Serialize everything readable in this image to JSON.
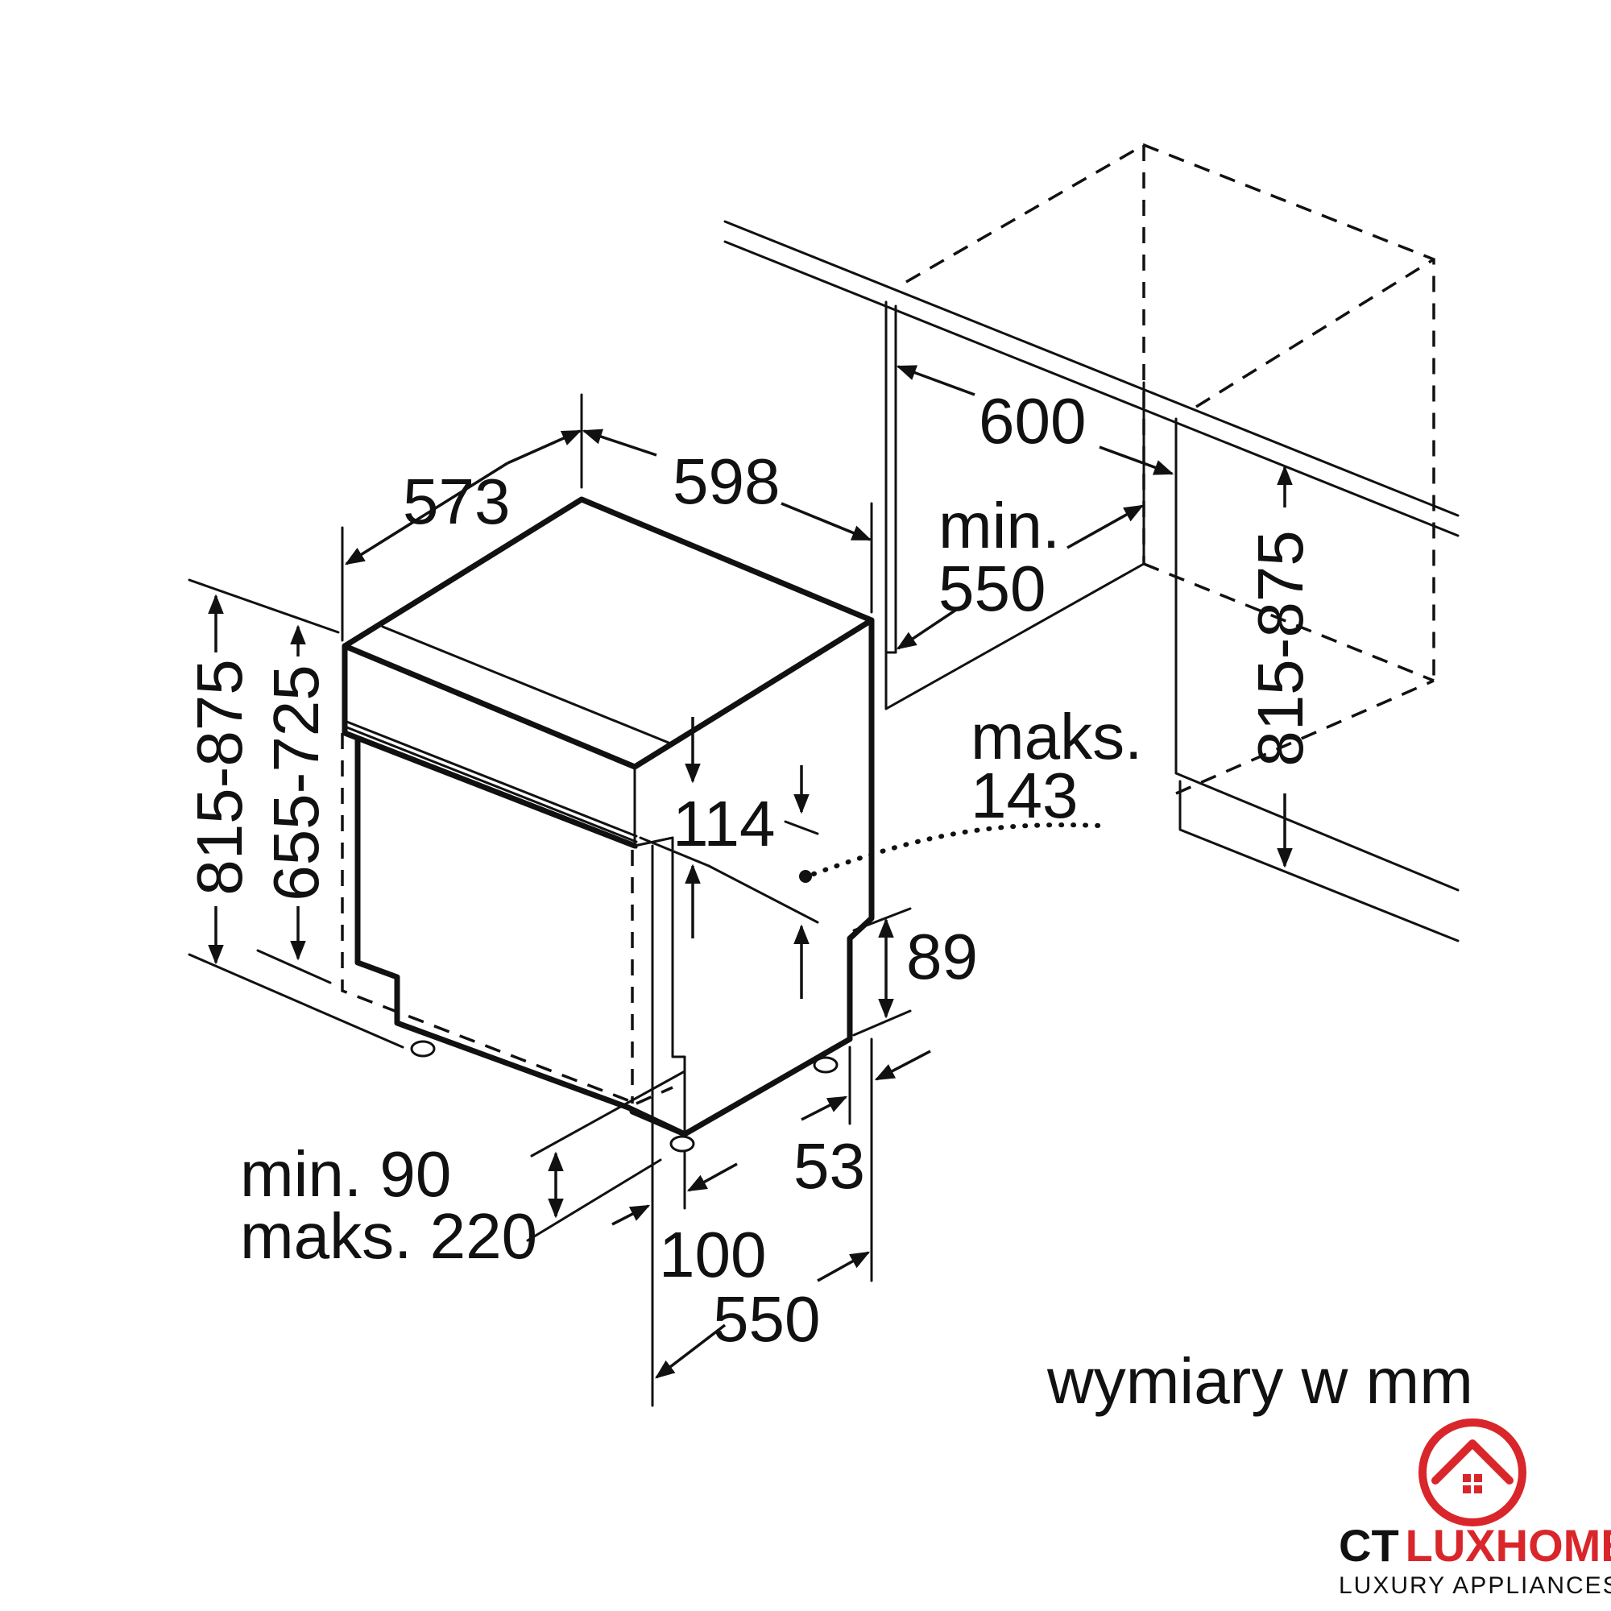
{
  "diagram": {
    "labels": {
      "depth_573": "573",
      "width_598": "598",
      "niche_600": "600",
      "niche_min": "min.",
      "niche_550": "550",
      "height_left_815_875": "815-875",
      "height_655_725": "655-725",
      "panel_114": "114",
      "gap_maks": "maks.",
      "gap_143": "143",
      "plinth_89": "89",
      "plinth_min90": "min. 90",
      "plinth_maks220": "maks. 220",
      "foot_100": "100",
      "side_53": "53",
      "depth_550": "550",
      "height_right_815_875": "815-875",
      "units_note": "wymiary w mm"
    }
  },
  "brand": {
    "name_part1": "CT",
    "name_part2": "LUXHOME",
    "tagline": "LUXURY APPLIANCES",
    "color_accent": "#d9262b"
  }
}
